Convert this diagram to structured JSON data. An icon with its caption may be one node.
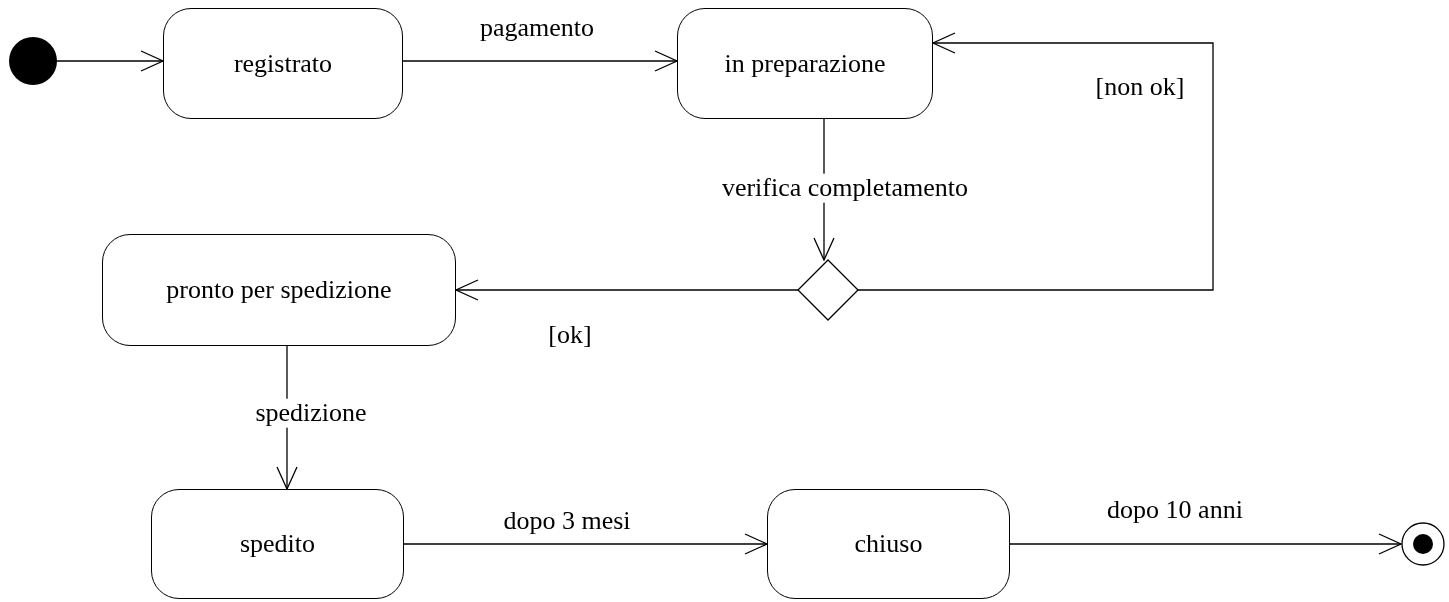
{
  "diagram": {
    "nodes": [
      {
        "text": [],
        "shape": "circle"
      },
      {
        "text": [
          "registrato"
        ]
      },
      {
        "text": [
          "in preparazione"
        ]
      },
      {
        "text": [],
        "shape": "diamond"
      },
      {
        "text": [
          "pronto per spedizione"
        ]
      },
      {
        "text": [
          "spedito"
        ]
      },
      {
        "text": [
          "chiuso"
        ]
      },
      {
        "text": [],
        "shape": "circle"
      }
    ],
    "edges": [
      {
        "from": 0,
        "to": 1,
        "arrow": "to"
      },
      {
        "from": 1,
        "to": 2,
        "arrow": "to",
        "label": "pagamento"
      },
      {
        "from": 2,
        "to": 3,
        "arrow": "to",
        "label": "verifica completamento"
      },
      {
        "from": 3,
        "to": 4,
        "arrow": "to",
        "label": "[ok]"
      },
      {
        "from": 3,
        "to": 2,
        "arrow": "to",
        "label": "[non ok]"
      },
      {
        "from": 4,
        "to": 5,
        "arrow": "to",
        "label": "spedizione"
      },
      {
        "from": 5,
        "to": 6,
        "arrow": "to",
        "label": "dopo 3 mesi"
      },
      {
        "from": 6,
        "to": 7,
        "arrow": "to",
        "label": "dopo 10 anni"
      }
    ]
  }
}
